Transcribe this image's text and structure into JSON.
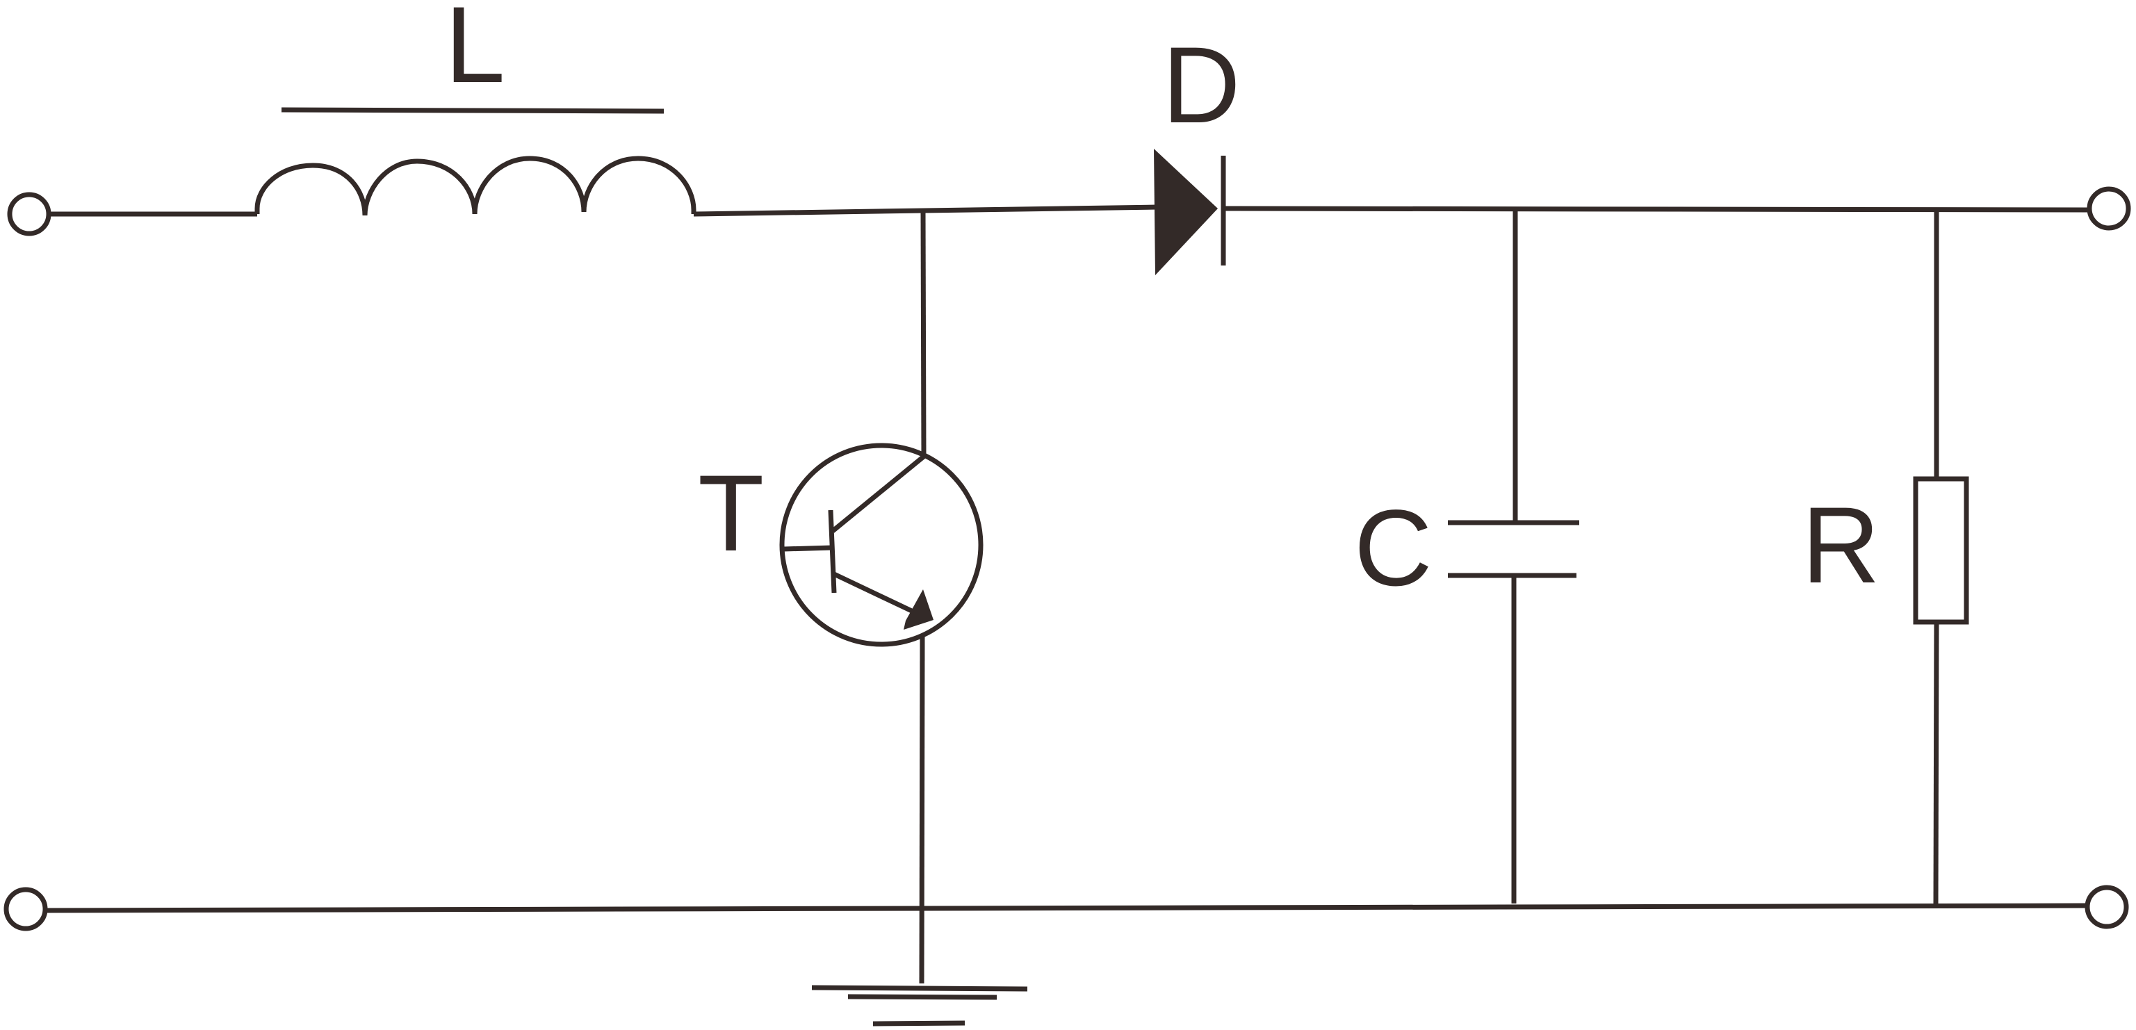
{
  "labels": {
    "inductor": "L",
    "diode": "D",
    "transistor": "T",
    "capacitor": "C",
    "resistor": "R"
  },
  "colors": {
    "ink": "#332a28",
    "background": "#ffffff"
  }
}
